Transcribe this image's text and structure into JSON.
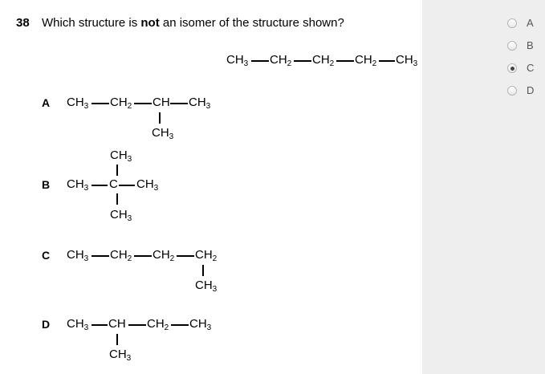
{
  "question": {
    "number": "38",
    "text_before": "Which structure is ",
    "text_bold": "not",
    "text_after": " an isomer of the structure shown?"
  },
  "given_structure": {
    "groups": [
      "CH3",
      "CH2",
      "CH2",
      "CH2",
      "CH3"
    ]
  },
  "options": [
    {
      "letter": "A",
      "main_chain": [
        "CH3",
        "CH2",
        "CH",
        "CH3"
      ],
      "branch_below": "CH3"
    },
    {
      "letter": "B",
      "branch_above": "CH3",
      "main_chain": [
        "CH3",
        "C",
        "CH3"
      ],
      "branch_below": "CH3"
    },
    {
      "letter": "C",
      "main_chain": [
        "CH3",
        "CH2",
        "CH2",
        "CH2"
      ],
      "branch_below": "CH3"
    },
    {
      "letter": "D",
      "main_chain": [
        "CH3",
        "CH",
        "CH2",
        "CH3"
      ],
      "branch_below": "CH3"
    }
  ],
  "answer_choices": [
    {
      "label": "A",
      "selected": false
    },
    {
      "label": "B",
      "selected": false
    },
    {
      "label": "C",
      "selected": true
    },
    {
      "label": "D",
      "selected": false
    }
  ]
}
